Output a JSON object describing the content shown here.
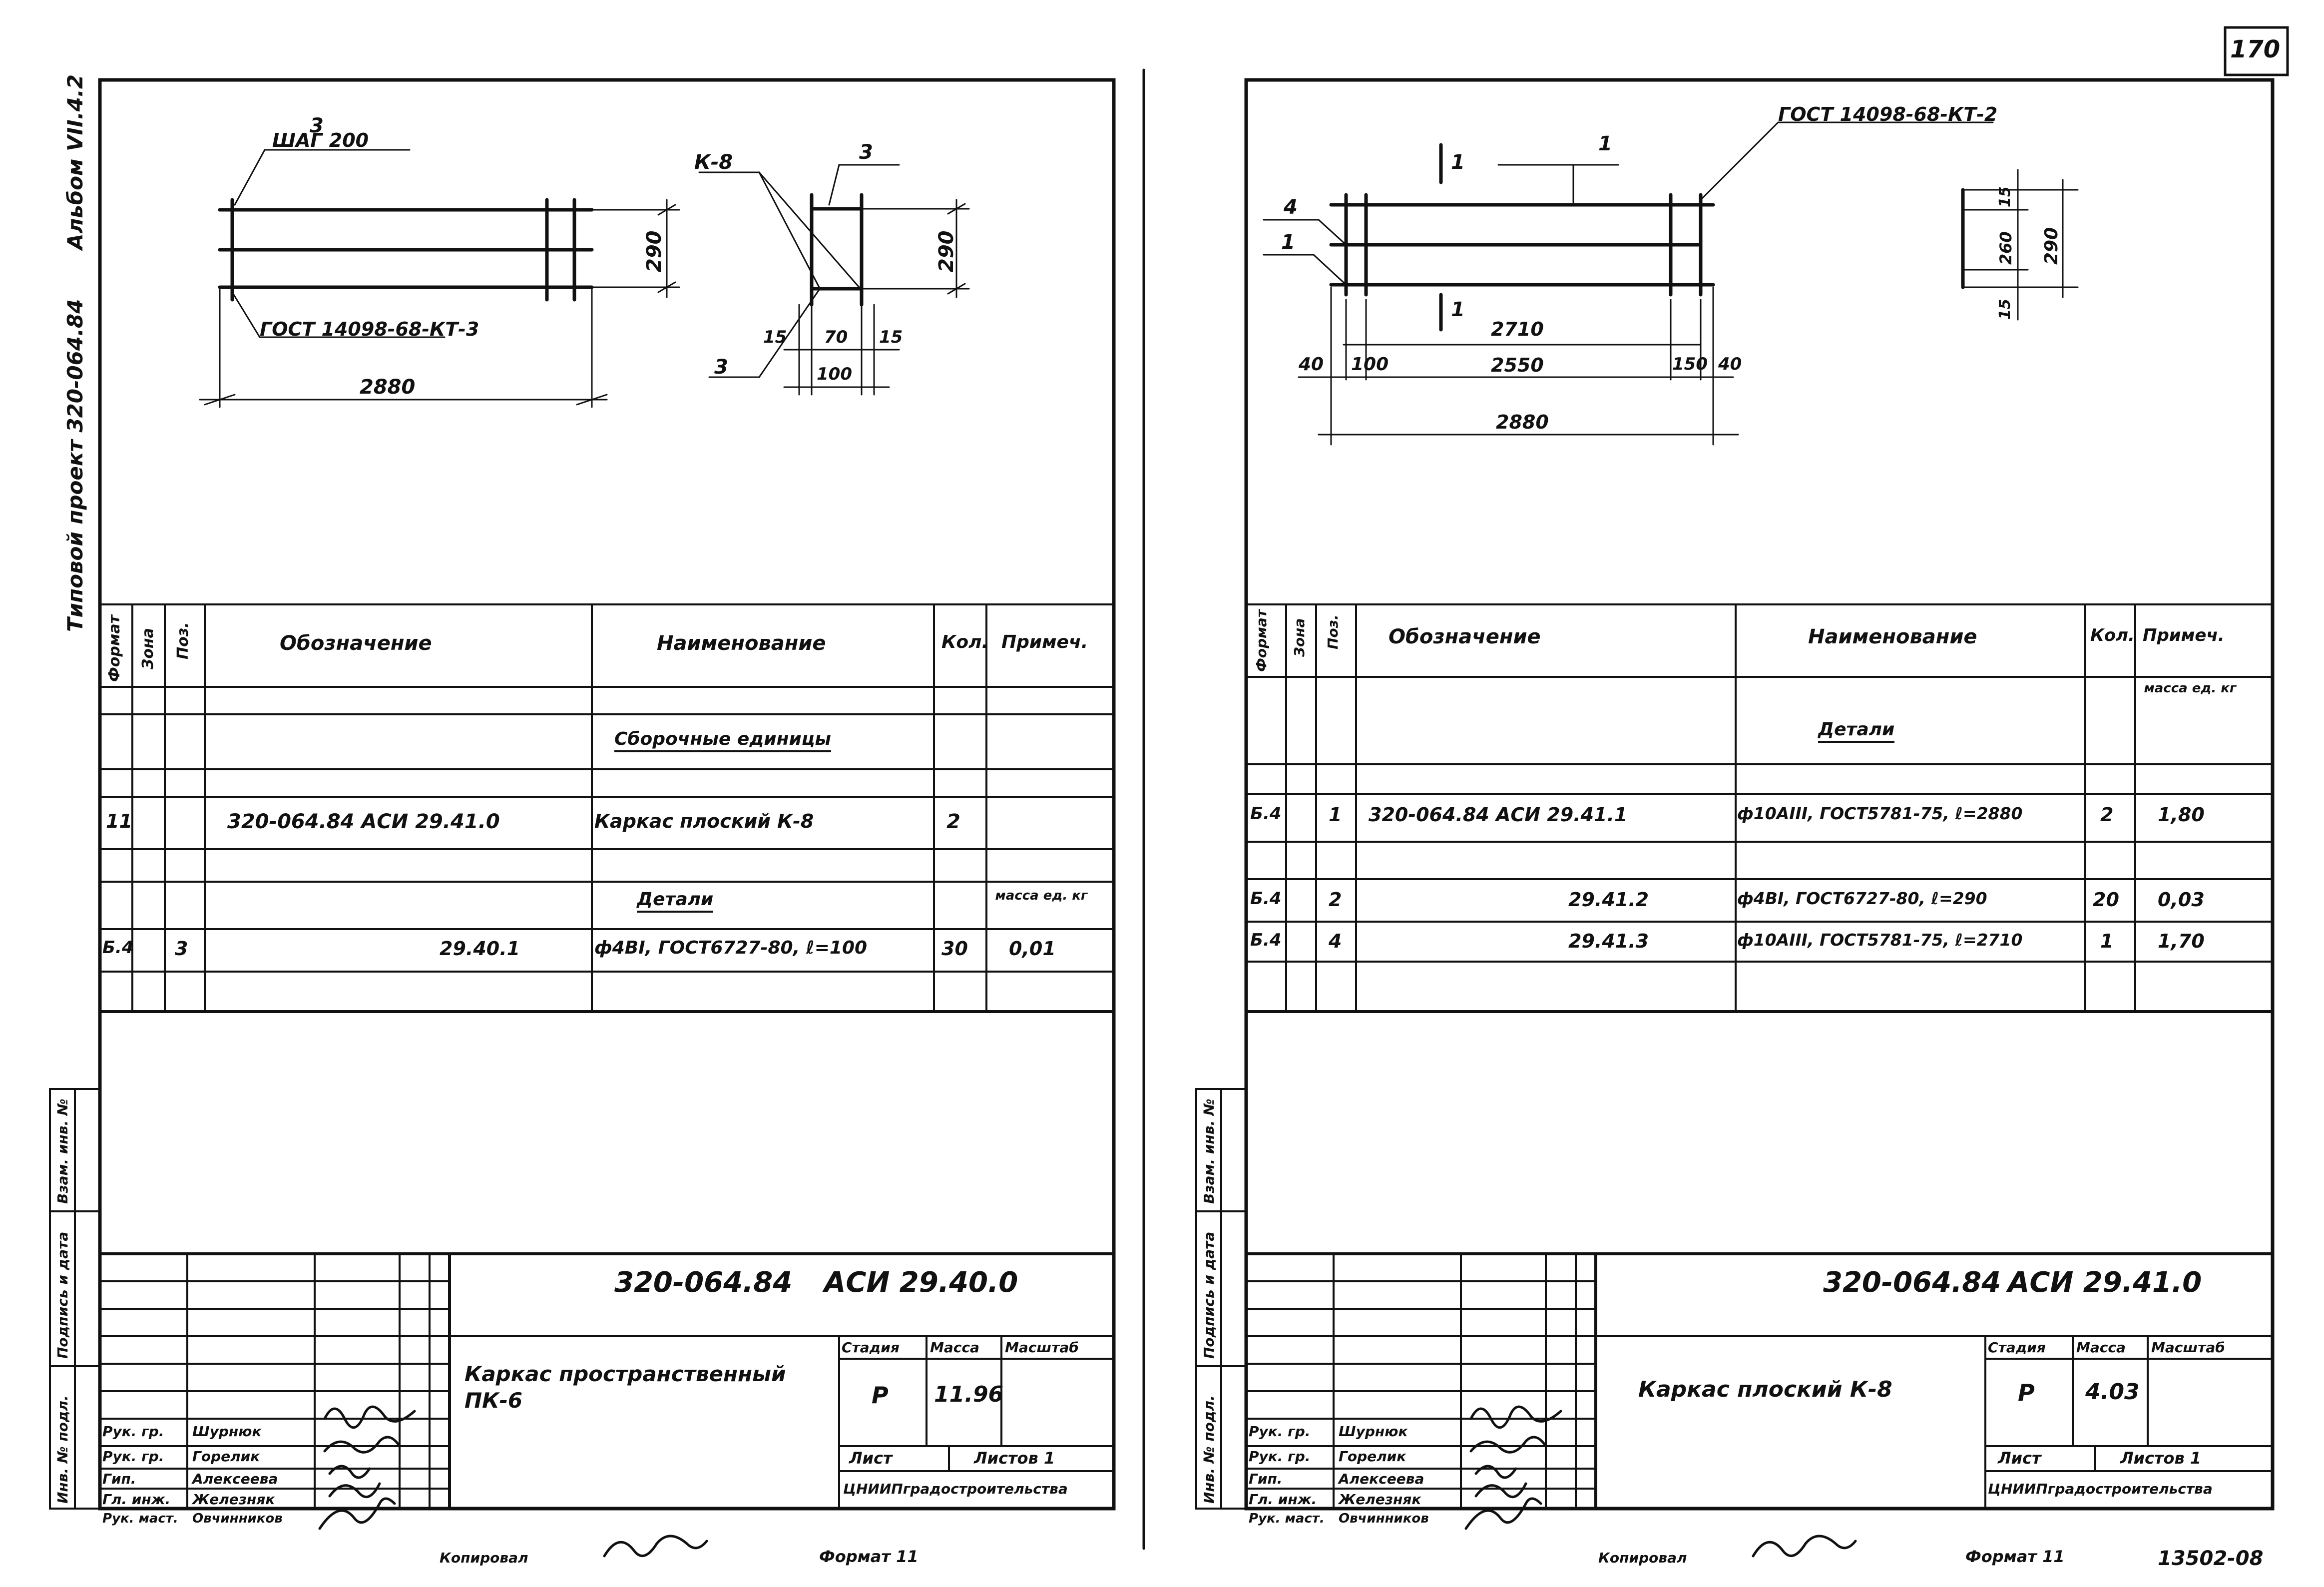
{
  "page_number": "170",
  "binder": {
    "project": "Типовой проект 320-064.84",
    "album": "Альбом VII.4.2"
  },
  "left_sheet": {
    "drawing": {
      "step_label": "ШАГ 200",
      "pos3": "3",
      "weld_standard": "ГОСТ 14098-68-КТ-3",
      "dim_length": "2880",
      "dim_height": "290",
      "k8": "К-8",
      "pos3_b": "3",
      "pos3_c": "3",
      "dim_15a": "15",
      "dim_70": "70",
      "dim_15b": "15",
      "dim_100": "100",
      "dim_height_b": "290"
    },
    "spec": {
      "headers": {
        "format": "Формат",
        "zone": "Зона",
        "pos": "Поз.",
        "designation": "Обозначение",
        "name": "Наименование",
        "qty": "Кол.",
        "note": "Примеч."
      },
      "section_assembly": "Сборочные единицы",
      "section_details": "Детали",
      "row1": {
        "format": "11",
        "designation": "320-064.84 АСИ 29.41.0",
        "name": "Каркас плоский К-8",
        "qty": "2"
      },
      "mass_note": "масса ед. кг",
      "row2": {
        "format": "Б.4",
        "pos": "3",
        "designation": "29.40.1",
        "name": "ф4ВI, ГОСТ6727-80, ℓ=100",
        "qty": "30",
        "note": "0,01"
      }
    },
    "title_block": {
      "doc_code": "320-064.84",
      "doc_mark": "АСИ 29.40.0",
      "object_name": "Каркас пространственный ПК-6",
      "stage_label": "Стадия",
      "mass_label": "Масса",
      "scale_label": "Масштаб",
      "stage": "Р",
      "mass": "11.96",
      "sheet_label": "Лист",
      "sheets_label": "Листов 1",
      "org": "ЦНИИПградостроительства",
      "roles": [
        "Рук. гр.",
        "Рук. гр.",
        "Гип.",
        "Гл. инж.",
        "Рук. маст."
      ],
      "names": [
        "Шурнюк",
        "Горелик",
        "Алексеева",
        "Железняк",
        "Овчинников"
      ],
      "side_labels": [
        "Взам. инв. №",
        "Подпись и дата",
        "Инв. № подл."
      ],
      "copied": "Копировал",
      "format": "Формат 11"
    }
  },
  "right_sheet": {
    "drawing": {
      "weld_standard": "ГОСТ 14098-68-КТ-2",
      "pos1": "1",
      "pos4": "4",
      "pos1b": "1",
      "section_mark_top": "1",
      "section_mark_bottom": "1",
      "dim_2710": "2710",
      "dim_40a": "40",
      "dim_100": "100",
      "dim_2550": "2550",
      "dim_150": "150",
      "dim_40b": "40",
      "dim_2880": "2880",
      "dim_15a": "15",
      "dim_260": "260",
      "dim_15b": "15",
      "dim_290": "290"
    },
    "spec": {
      "headers": {
        "format": "Формат",
        "zone": "Зона",
        "pos": "Поз.",
        "designation": "Обозначение",
        "name": "Наименование",
        "qty": "Кол.",
        "note": "Примеч."
      },
      "mass_note": "масса ед. кг",
      "section_details": "Детали",
      "rows": [
        {
          "format": "Б.4",
          "pos": "1",
          "designation": "320-064.84 АСИ 29.41.1",
          "name": "ф10АIII, ГОСТ5781-75, ℓ=2880",
          "qty": "2",
          "note": "1,80"
        },
        {
          "format": "Б.4",
          "pos": "2",
          "designation": "29.41.2",
          "name": "ф4ВI, ГОСТ6727-80, ℓ=290",
          "qty": "20",
          "note": "0,03"
        },
        {
          "format": "Б.4",
          "pos": "4",
          "designation": "29.41.3",
          "name": "ф10АIII, ГОСТ5781-75, ℓ=2710",
          "qty": "1",
          "note": "1,70"
        }
      ]
    },
    "title_block": {
      "doc_code": "320-064.84",
      "doc_mark": "АСИ 29.41.0",
      "object_name": "Каркас плоский К-8",
      "stage_label": "Стадия",
      "mass_label": "Масса",
      "scale_label": "Масштаб",
      "stage": "Р",
      "mass": "4.03",
      "sheet_label": "Лист",
      "sheets_label": "Листов 1",
      "org": "ЦНИИПградостроительства",
      "roles": [
        "Рук. гр.",
        "Рук. гр.",
        "Гип.",
        "Гл. инж.",
        "Рук. маст."
      ],
      "names": [
        "Шурнюк",
        "Горелик",
        "Алексеева",
        "Железняк",
        "Овчинников"
      ],
      "side_labels": [
        "Взам. инв. №",
        "Подпись и дата",
        "Инв. № подл."
      ],
      "copied": "Копировал",
      "format": "Формат 11",
      "order": "13502-08"
    }
  }
}
